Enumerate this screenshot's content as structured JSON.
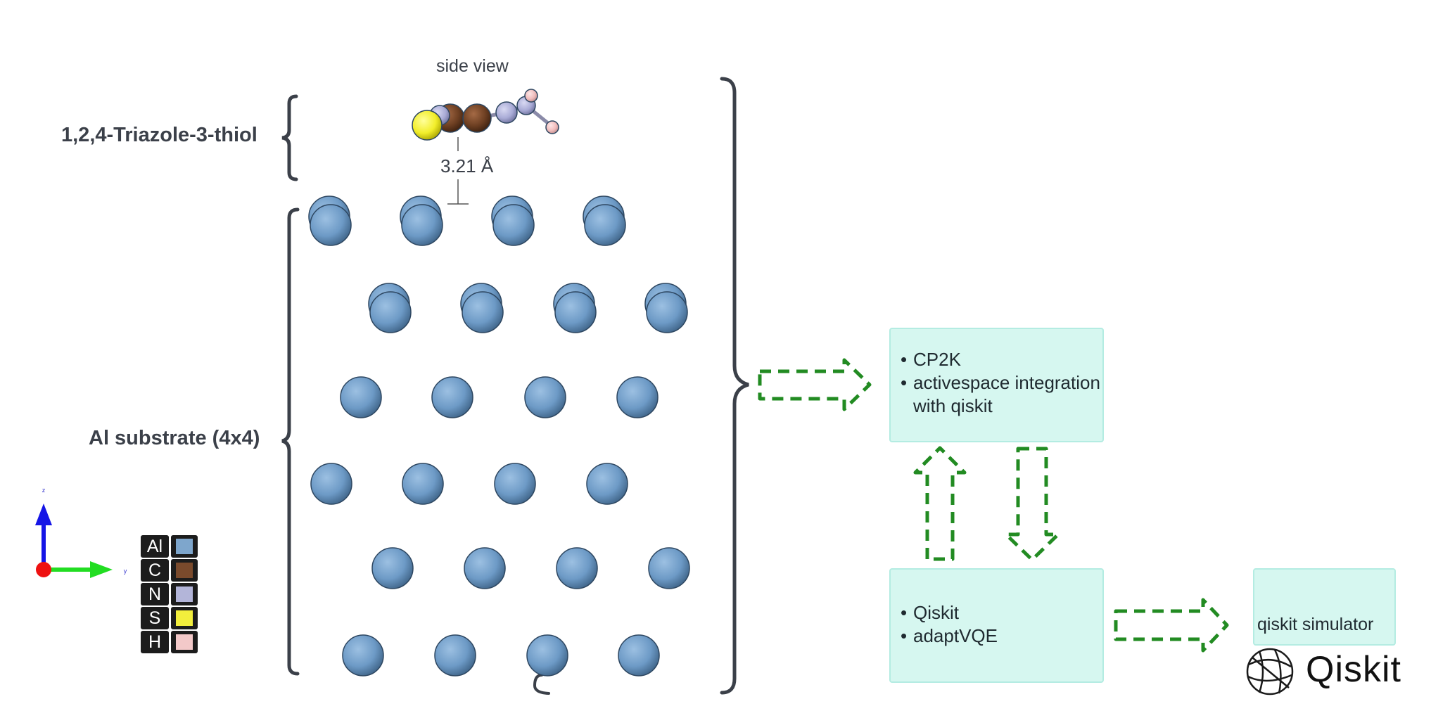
{
  "labels": {
    "side_view": "side view",
    "molecule": "1,2,4-Triazole-3-thiol",
    "distance": "3.21 Å",
    "substrate": "Al substrate (4x4)"
  },
  "boxes": {
    "cp2k": [
      "CP2K",
      "activespace integration with qiskit"
    ],
    "qiskit": [
      "Qiskit",
      "adaptVQE"
    ],
    "simulator": "qiskit simulator"
  },
  "axes": {
    "z": "z",
    "y": "y"
  },
  "legend": [
    {
      "symbol": "Al",
      "color": "#7ea6cc"
    },
    {
      "symbol": "C",
      "color": "#7a4a2c"
    },
    {
      "symbol": "N",
      "color": "#b3b5d9"
    },
    {
      "symbol": "S",
      "color": "#f2ee3c"
    },
    {
      "symbol": "H",
      "color": "#f3c9c9"
    }
  ],
  "logo": {
    "text": "Qiskit",
    "icon": "qiskit-sphere-icon"
  },
  "colors": {
    "atom_al": "#6d9ac6",
    "arrow": "#228b22",
    "box_fill": "#d6f7f0",
    "brace": "#3b4049"
  }
}
